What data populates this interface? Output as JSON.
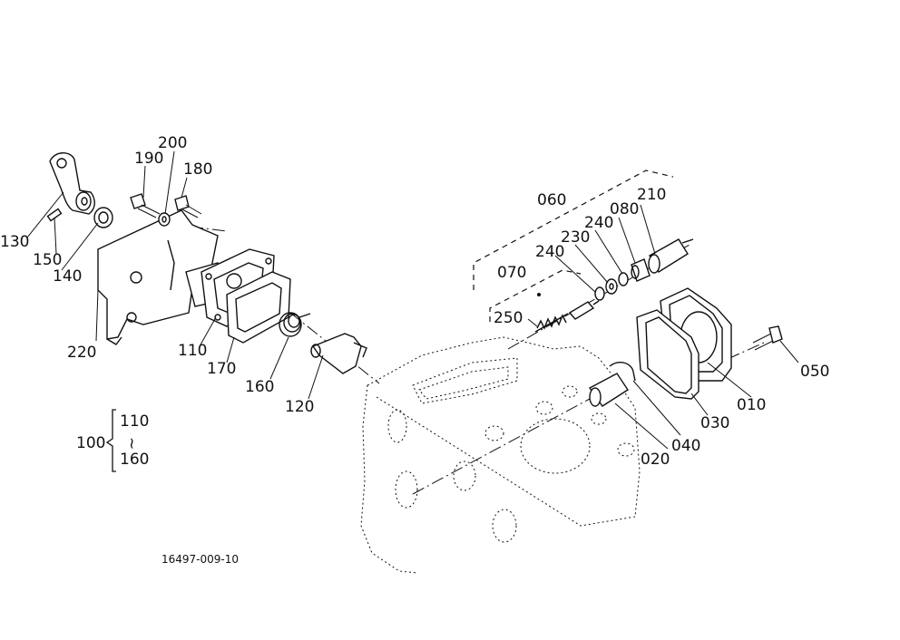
{
  "labels": {
    "p200": "200",
    "p190": "190",
    "p180": "180",
    "p130": "130",
    "p150": "150",
    "p140": "140",
    "p220": "220",
    "p110": "110",
    "p170": "170",
    "p160": "160",
    "p120": "120",
    "p060": "060",
    "p210": "210",
    "p080": "080",
    "p240a": "240",
    "p230": "230",
    "p240b": "240",
    "p070": "070",
    "p250": "250",
    "p050": "050",
    "p010": "010",
    "p030": "030",
    "p040": "040",
    "p020": "020"
  },
  "group": {
    "main": "100",
    "from": "110",
    "tilde": "~",
    "to": "160"
  },
  "drawing_number": "16497-009-10"
}
